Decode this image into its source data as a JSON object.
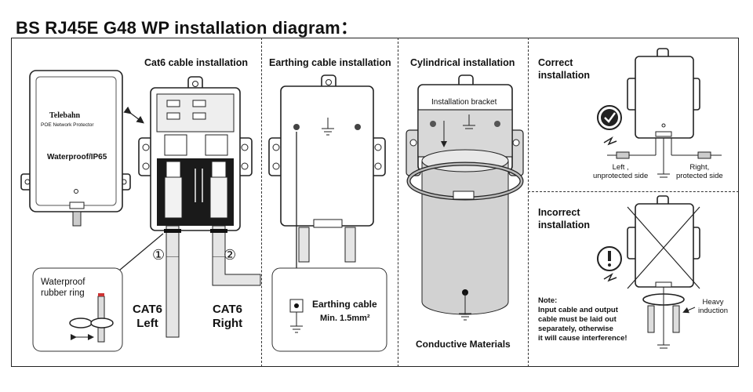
{
  "title": "BS RJ45E G48 WP installation diagram：",
  "device": {
    "brand": "Telebahn",
    "subtitle": "POE Network Protector",
    "rating": "Waterproof/IP65"
  },
  "panels": {
    "cat6": {
      "heading": "Cat6 cable installation",
      "marker_1": "①",
      "marker_2": "②",
      "left_label": [
        "CAT6",
        "Left"
      ],
      "right_label": [
        "CAT6",
        "Right"
      ],
      "ring_callout": [
        "Waterproof",
        "rubber ring"
      ]
    },
    "earthing": {
      "heading": "Earthing cable installation",
      "callout_title": "Earthing cable",
      "callout_min": "Min. 1.5mm²"
    },
    "cylindrical": {
      "heading": "Cylindrical installation",
      "bracket_label": "Installation bracket",
      "bottom_label": "Conductive Materials"
    },
    "correct": {
      "heading": [
        "Correct",
        "installation"
      ],
      "left_side": [
        "Left ,",
        "unprotected side"
      ],
      "right_side": [
        "Right,",
        "protected side"
      ]
    },
    "incorrect": {
      "heading": [
        "Incorrect",
        "installation"
      ],
      "note_title": "Note:",
      "note_lines": [
        "Input cable and output",
        "cable must be laid out",
        "separately, otherwise",
        "it will cause interference!"
      ],
      "induction": [
        "Heavy",
        "induction"
      ]
    }
  }
}
